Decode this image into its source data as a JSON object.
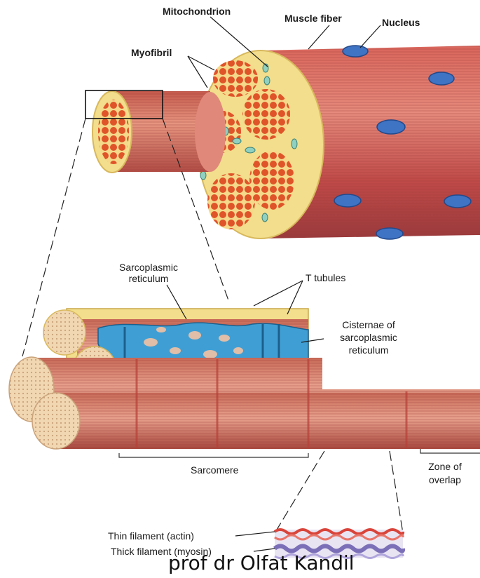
{
  "labels": {
    "mitochondrion": "Mitochondrion",
    "muscle_fiber": "Muscle fiber",
    "nucleus": "Nucleus",
    "myofibril": "Myofibril",
    "sarcoplasmic_reticulum_1": "Sarcoplasmic",
    "sarcoplasmic_reticulum_2": "reticulum",
    "t_tubules": "T tubules",
    "cisternae_1": "Cisternae of",
    "cisternae_2": "sarcoplasmic",
    "cisternae_3": "reticulum",
    "sarcomere": "Sarcomere",
    "zone_of_overlap_1": "Zone of",
    "zone_of_overlap_2": "overlap",
    "thin_filament": "Thin filament (actin)",
    "thick_filament": "Thick filament (myosin)"
  },
  "credit": "prof dr Olfat Kandil",
  "colors": {
    "muscle": "#c8504a",
    "muscle_light": "#e08a78",
    "cut_face": "#f2de8c",
    "myofibril_dots": "#e0542a",
    "nucleus": "#3f73c4",
    "reticulum": "#3f9fd4",
    "actin": "#d9443a",
    "myosin": "#7b6fb8"
  }
}
